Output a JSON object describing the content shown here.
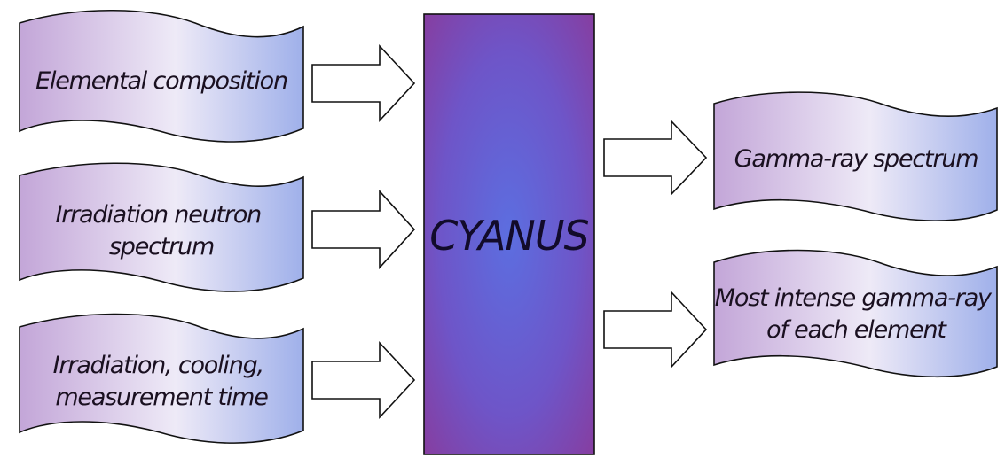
{
  "inputs": [
    {
      "lines": [
        "Elemental composition"
      ]
    },
    {
      "lines": [
        "Irradiation neutron",
        "spectrum"
      ]
    },
    {
      "lines": [
        "Irradiation, cooling,",
        "measurement time"
      ]
    }
  ],
  "center": {
    "label": "CYANUS"
  },
  "outputs": [
    {
      "lines": [
        "Gamma-ray spectrum"
      ]
    },
    {
      "lines": [
        "Most intense gamma-ray",
        "of each element"
      ]
    }
  ],
  "colors": {
    "wave_left": "#c3a6d8",
    "wave_mid": "#eeeaf7",
    "wave_right": "#9fb0ea",
    "center_edge": "#8a3a9a",
    "center_core": "#5c6ee0"
  }
}
